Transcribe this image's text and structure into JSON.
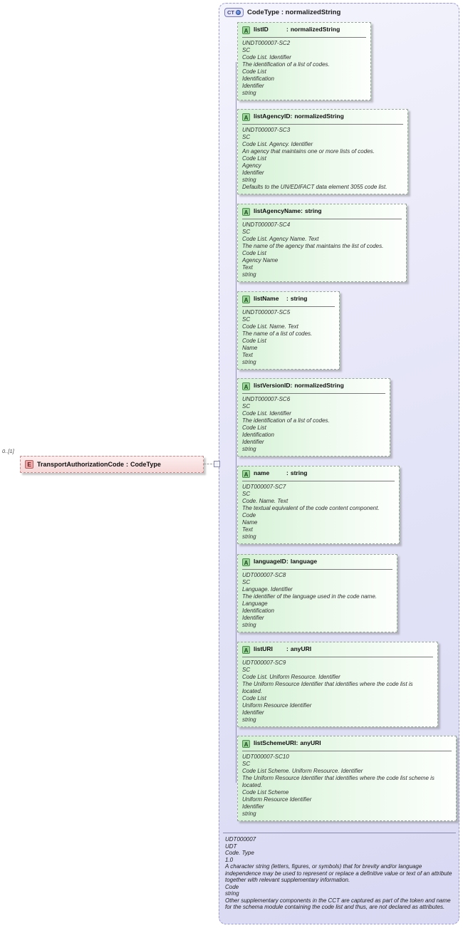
{
  "labels": {
    "colon": ":",
    "attribute_icon": "A"
  },
  "element": {
    "icon": "E",
    "cardinality": "0..[1]",
    "name": "TransportAuthorizationCode",
    "type": "CodeType"
  },
  "complex_type": {
    "icon": "CT",
    "name": "CodeType",
    "type": "normalizedString"
  },
  "attributes": [
    {
      "name": "listID",
      "type": "normalizedString",
      "lines": [
        "UNDT000007-SC2",
        "SC",
        "Code List. Identifier",
        "The identification of a list of codes.",
        "Code List",
        "Identification",
        "Identifier",
        "string"
      ]
    },
    {
      "name": "listAgencyID",
      "type": "normalizedString",
      "lines": [
        "UNDT000007-SC3",
        "SC",
        "Code List. Agency. Identifier",
        "An agency that maintains one or more lists of codes.",
        "Code List",
        "Agency",
        "Identifier",
        "string",
        "Defaults to the UN/EDIFACT data element 3055 code list."
      ]
    },
    {
      "name": "listAgencyName",
      "type": "string",
      "lines": [
        "UNDT000007-SC4",
        "SC",
        "Code List. Agency Name. Text",
        "The name of the agency that maintains the list of codes.",
        "Code List",
        "Agency Name",
        "Text",
        "string"
      ]
    },
    {
      "name": "listName",
      "type": "string",
      "lines": [
        "UNDT000007-SC5",
        "SC",
        "Code List. Name. Text",
        "The name of a list of codes.",
        "Code List",
        "Name",
        "Text",
        "string"
      ]
    },
    {
      "name": "listVersionID",
      "type": "normalizedString",
      "lines": [
        "UNDT000007-SC6",
        "SC",
        "Code List. Identifier",
        "The identification of a list of codes.",
        "Code List",
        "Identification",
        "Identifier",
        "string"
      ]
    },
    {
      "name": "name",
      "type": "string",
      "lines": [
        "UDT000007-SC7",
        "SC",
        "Code. Name. Text",
        "The textual equivalent of the code content component.",
        "Code",
        "Name",
        "Text",
        "string"
      ]
    },
    {
      "name": "languageID",
      "type": "language",
      "lines": [
        "UDT000007-SC8",
        "SC",
        "Language. Identifier",
        "The identifier of the language used in the code name.",
        "Language",
        "Identification",
        "Identifier",
        "string"
      ]
    },
    {
      "name": "listURI",
      "type": "anyURI",
      "lines": [
        "UDT000007-SC9",
        "SC",
        "Code List. Uniform Resource. Identifier",
        "The Uniform Resource Identifier that identifies where the code list is located.",
        "Code List",
        "Uniform Resource Identifier",
        "Identifier",
        "string"
      ]
    },
    {
      "name": "listSchemeURI",
      "type": "anyURI",
      "lines": [
        "UDT000007-SC10",
        "SC",
        "Code List Scheme. Uniform Resource. Identifier",
        "The Uniform Resource Identifier that identifies where the code list scheme is located.",
        "Code List Scheme",
        "Uniform Resource Identifier",
        "Identifier",
        "string"
      ]
    }
  ],
  "footer": {
    "lines": [
      "UDT000007",
      "UDT",
      "Code. Type",
      "1.0",
      "A character string (letters, figures, or symbols) that for brevity and/or language independence may be used to represent or replace a definitive value or text of an attribute together with relevant supplementary information.",
      "Code",
      "string",
      "Other supplementary components in the CCT are captured as part of the token and name for the schema module containing the code list and thus, are not declared as attributes."
    ]
  }
}
